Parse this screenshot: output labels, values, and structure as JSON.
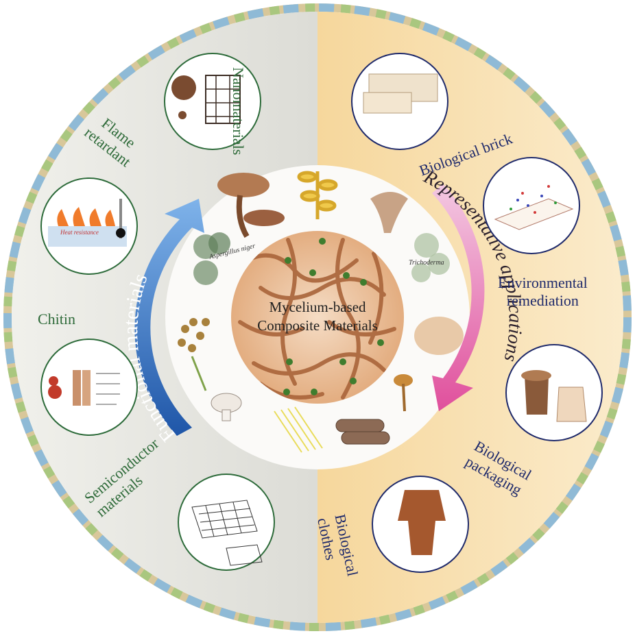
{
  "center": {
    "line1": "Mycelium-based",
    "line2": "Composite Materials"
  },
  "arcs": {
    "left": "Functional materials",
    "right": "Representative applications"
  },
  "functional_items": [
    {
      "label": "Nanomaterials"
    },
    {
      "label_line1": "Flame",
      "label_line2": "retardant",
      "inset_text": "Heat resistance"
    },
    {
      "label": "Chitin"
    },
    {
      "label_line1": "Semiconductor",
      "label_line2": "materials"
    }
  ],
  "application_items": [
    {
      "label": "Biological brick"
    },
    {
      "label_line1": "Environmental",
      "label_line2": "remediation"
    },
    {
      "label_line1": "Biological",
      "label_line2": "packaging"
    },
    {
      "label_line1": "Biological",
      "label_line2": "clothes"
    }
  ],
  "organisms": {
    "left_mold": "Aspergillus niger",
    "right_mold": "Trichoderma"
  },
  "colors": {
    "left_half": "#e9e8e2",
    "right_half": "#f6dcaa",
    "functional_text": "#2f6b3a",
    "application_text": "#1f2a6b",
    "functional_arrow": "#2e6fc7",
    "application_arrow": "#e05aa3",
    "mycelium_core": "#e8b98f",
    "hyphae": "#a9643a"
  }
}
